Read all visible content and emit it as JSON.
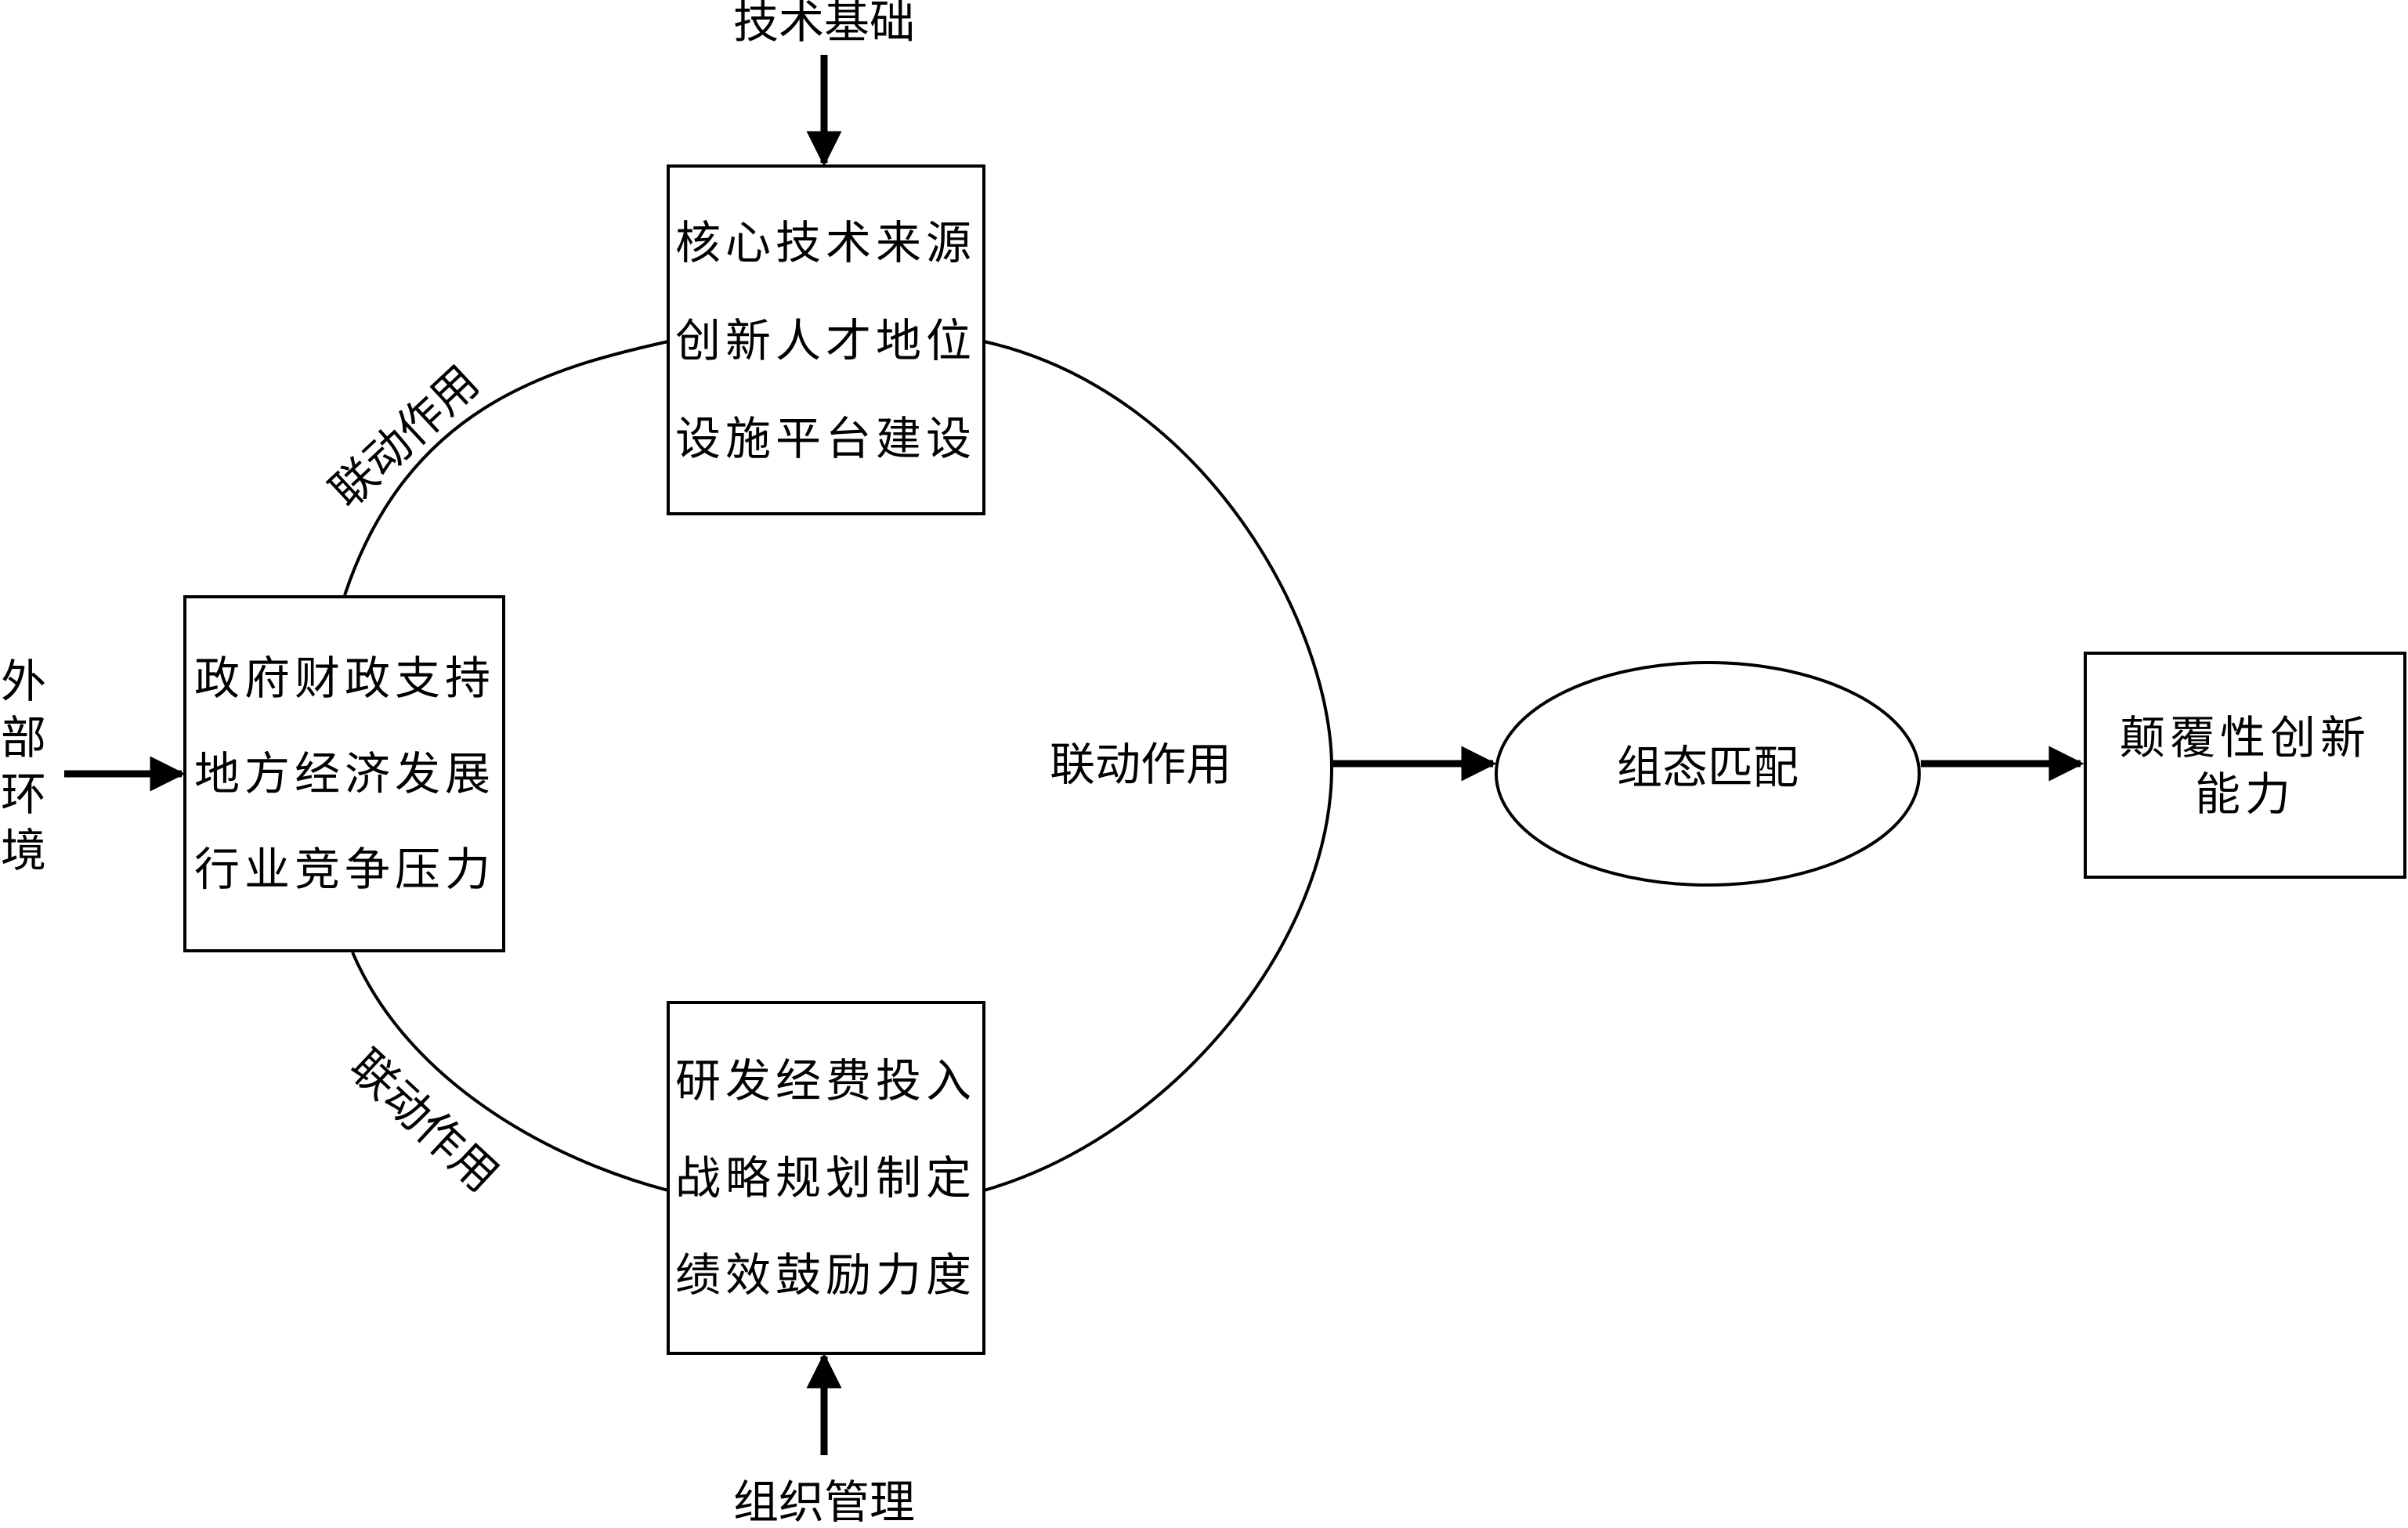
{
  "inputs": {
    "tech_foundation": "技术基础",
    "org_management": "组织管理",
    "external_env": [
      "外",
      "部",
      "环",
      "境"
    ]
  },
  "boxes": {
    "tech": [
      "核心技术来源",
      "创新人才地位",
      "设施平台建设"
    ],
    "env": [
      "政府财政支持",
      "地方经济发展",
      "行业竞争压力"
    ],
    "org": [
      "研发经费投入",
      "战略规划制定",
      "绩效鼓励力度"
    ]
  },
  "linkage": {
    "top_left": "联动作用",
    "bottom_left": "联动作用",
    "center": "联动作用"
  },
  "config_match": "组态匹配",
  "outcome": [
    "颠覆性创新",
    "能力"
  ],
  "colors": {
    "stroke": "#000000",
    "background": "#ffffff"
  }
}
